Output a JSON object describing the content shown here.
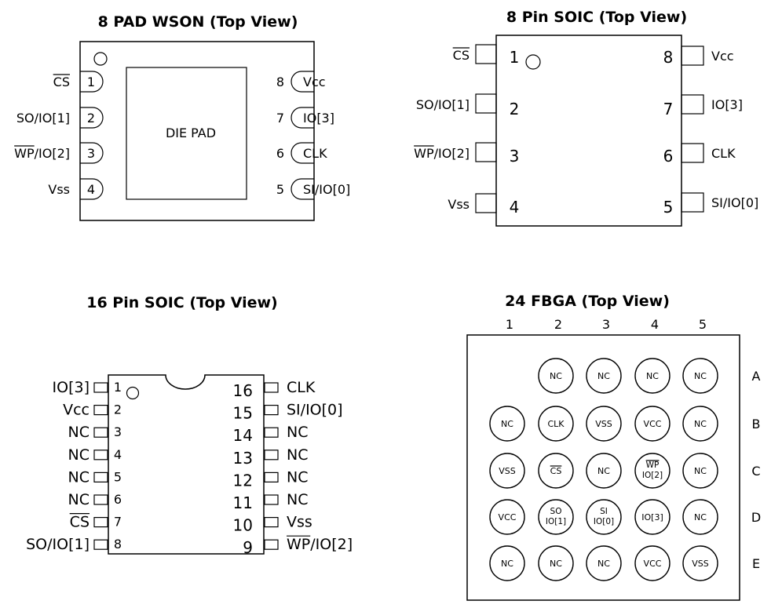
{
  "wson8": {
    "title": "8 PAD WSON (Top View)",
    "die_pad": "DIE PAD",
    "left_pins": [
      {
        "num": "1",
        "label": "CS",
        "overbar": true
      },
      {
        "num": "2",
        "label": "SO/IO[1]",
        "overbar": false
      },
      {
        "num": "3",
        "label": "WP/IO[2]",
        "overbar": true,
        "overbar_part": "WP",
        "rest": "/IO[2]"
      },
      {
        "num": "4",
        "label": "Vss",
        "overbar": false
      }
    ],
    "right_pins": [
      {
        "num": "8",
        "label": "Vcc"
      },
      {
        "num": "7",
        "label": "IO[3]"
      },
      {
        "num": "6",
        "label": "CLK"
      },
      {
        "num": "5",
        "label": "SI/IO[0]"
      }
    ]
  },
  "soic8": {
    "title": "8 Pin SOIC (Top View)",
    "left_pins": [
      {
        "num": "1",
        "label": "CS",
        "overbar": true
      },
      {
        "num": "2",
        "label": "SO/IO[1]",
        "overbar": false
      },
      {
        "num": "3",
        "label": "WP/IO[2]",
        "overbar": true,
        "overbar_part": "WP",
        "rest": "/IO[2]"
      },
      {
        "num": "4",
        "label": "Vss",
        "overbar": false
      }
    ],
    "right_pins": [
      {
        "num": "8",
        "label": "Vcc"
      },
      {
        "num": "7",
        "label": "IO[3]"
      },
      {
        "num": "6",
        "label": "CLK"
      },
      {
        "num": "5",
        "label": "SI/IO[0]"
      }
    ]
  },
  "soic16": {
    "title": "16 Pin SOIC (Top View)",
    "left_pins": [
      {
        "num": "1",
        "label": "IO[3]",
        "overbar": false
      },
      {
        "num": "2",
        "label": "Vcc",
        "overbar": false
      },
      {
        "num": "3",
        "label": "NC",
        "overbar": false
      },
      {
        "num": "4",
        "label": "NC",
        "overbar": false
      },
      {
        "num": "5",
        "label": "NC",
        "overbar": false
      },
      {
        "num": "6",
        "label": "NC",
        "overbar": false
      },
      {
        "num": "7",
        "label": "CS",
        "overbar": true
      },
      {
        "num": "8",
        "label": "SO/IO[1]",
        "overbar": false
      }
    ],
    "right_pins": [
      {
        "num": "16",
        "label": "CLK",
        "overbar": false
      },
      {
        "num": "15",
        "label": "SI/IO[0]",
        "overbar": false
      },
      {
        "num": "14",
        "label": "NC",
        "overbar": false
      },
      {
        "num": "13",
        "label": "NC",
        "overbar": false
      },
      {
        "num": "12",
        "label": "NC",
        "overbar": false
      },
      {
        "num": "11",
        "label": "NC",
        "overbar": false
      },
      {
        "num": "10",
        "label": "Vss",
        "overbar": false
      },
      {
        "num": "9",
        "label": "WP/IO[2]",
        "overbar": true,
        "overbar_part": "WP",
        "rest": "/IO[2]"
      }
    ]
  },
  "fbga24": {
    "title": "24 FBGA (Top View)",
    "columns": [
      "1",
      "2",
      "3",
      "4",
      "5"
    ],
    "rows": [
      {
        "name": "A",
        "balls": [
          "",
          "NC",
          "NC",
          "NC",
          "NC"
        ]
      },
      {
        "name": "B",
        "balls": [
          "NC",
          "CLK",
          "VSS",
          "VCC",
          "NC"
        ]
      },
      {
        "name": "C",
        "balls": [
          "VSS",
          "CS",
          "NC",
          "WP/IO[2]",
          "NC"
        ]
      },
      {
        "name": "D",
        "balls": [
          "VCC",
          "SO/IO[1]",
          "SI/IO[0]",
          "IO[3]",
          "NC"
        ]
      },
      {
        "name": "E",
        "balls": [
          "NC",
          "NC",
          "NC",
          "VCC",
          "VSS"
        ]
      }
    ]
  }
}
